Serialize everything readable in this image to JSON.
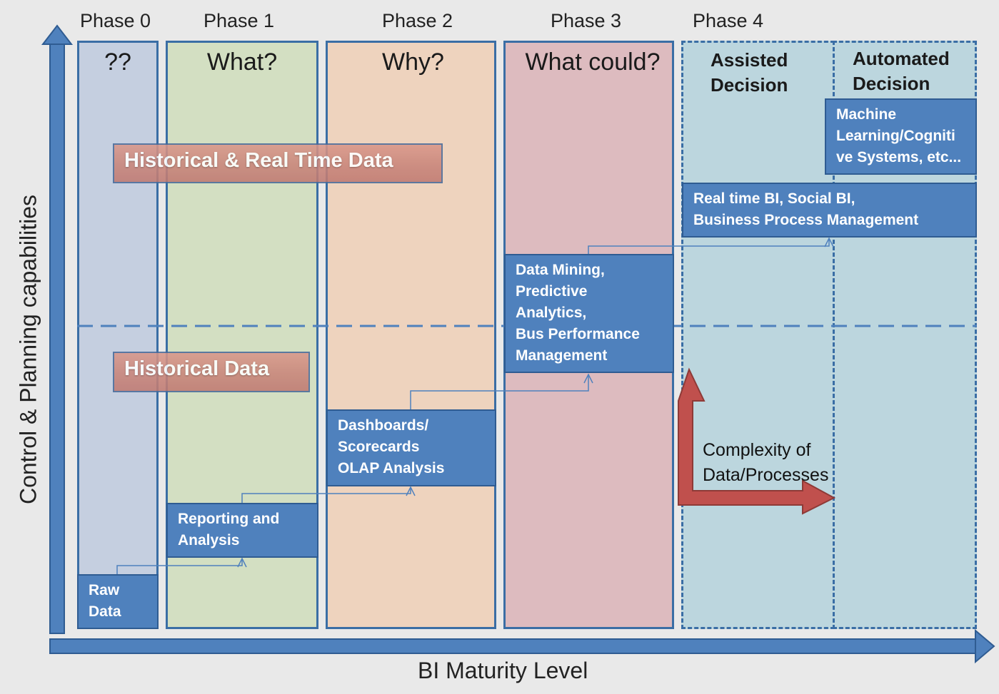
{
  "phases": [
    {
      "label": "Phase 0",
      "question": "??"
    },
    {
      "label": "Phase 1",
      "question": "What?"
    },
    {
      "label": "Phase 2",
      "question": "Why?"
    },
    {
      "label": "Phase 3",
      "question": "What could?"
    },
    {
      "label": "Phase 4",
      "sub": [
        "Assisted Decision",
        "Automated Decision"
      ]
    }
  ],
  "bands": {
    "realtime": "Historical & Real Time Data",
    "historical": "Historical Data"
  },
  "boxes": {
    "raw_data": [
      "Raw",
      "Data"
    ],
    "reporting": [
      "Reporting and",
      "Analysis"
    ],
    "dashboards": [
      "Dashboards/",
      "Scorecards",
      "OLAP Analysis"
    ],
    "data_mining": [
      "Data Mining,",
      "Predictive",
      "Analytics,",
      "Bus Performance",
      "Management"
    ],
    "realtime_bi": [
      "Real time BI, Social BI,",
      "Business Process Management"
    ],
    "machine_learning": [
      "Machine",
      "Learning/Cogniti",
      "ve Systems, etc..."
    ]
  },
  "assisted": [
    "Assisted",
    "Decision"
  ],
  "automated": [
    "Automated",
    "Decision"
  ],
  "complexity": [
    "Complexity of",
    "Data/Processes"
  ],
  "axes": {
    "x": "BI Maturity Level",
    "y": "Control & Planning capabilities"
  },
  "colors": {
    "phase0": "#c5cfe0",
    "phase1": "#d3dfc2",
    "phase2": "#eed3be",
    "phase3": "#ddbbbf",
    "phase4": "#bcd6de",
    "box": "#4f81bd",
    "axis": "#4f81bd",
    "red_arrow": "#c0504d"
  }
}
